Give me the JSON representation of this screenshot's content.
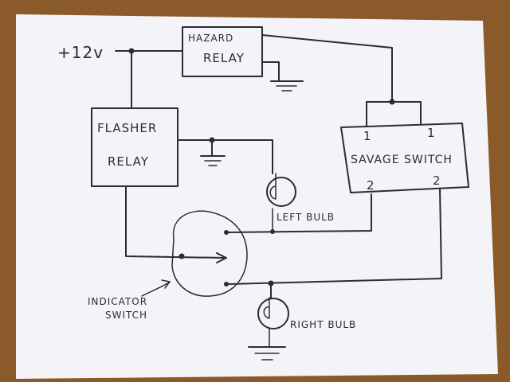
{
  "diagram": {
    "supply_label": "+12v",
    "hazard_relay": {
      "line1": "HAZARD",
      "line2": "RELAY"
    },
    "flasher_relay": {
      "line1": "FLASHER",
      "line2": "RELAY"
    },
    "savage_switch": {
      "title": "SAVAGE  SWITCH",
      "pin_top_left": "1",
      "pin_top_right": "1",
      "pin_bottom_left": "2",
      "pin_bottom_right": "2"
    },
    "left_bulb_label": "LEFT BULB",
    "right_bulb_label": "RIGHT BULB",
    "indicator_switch": {
      "line1": "INDICATOR",
      "line2": "SWITCH"
    }
  }
}
